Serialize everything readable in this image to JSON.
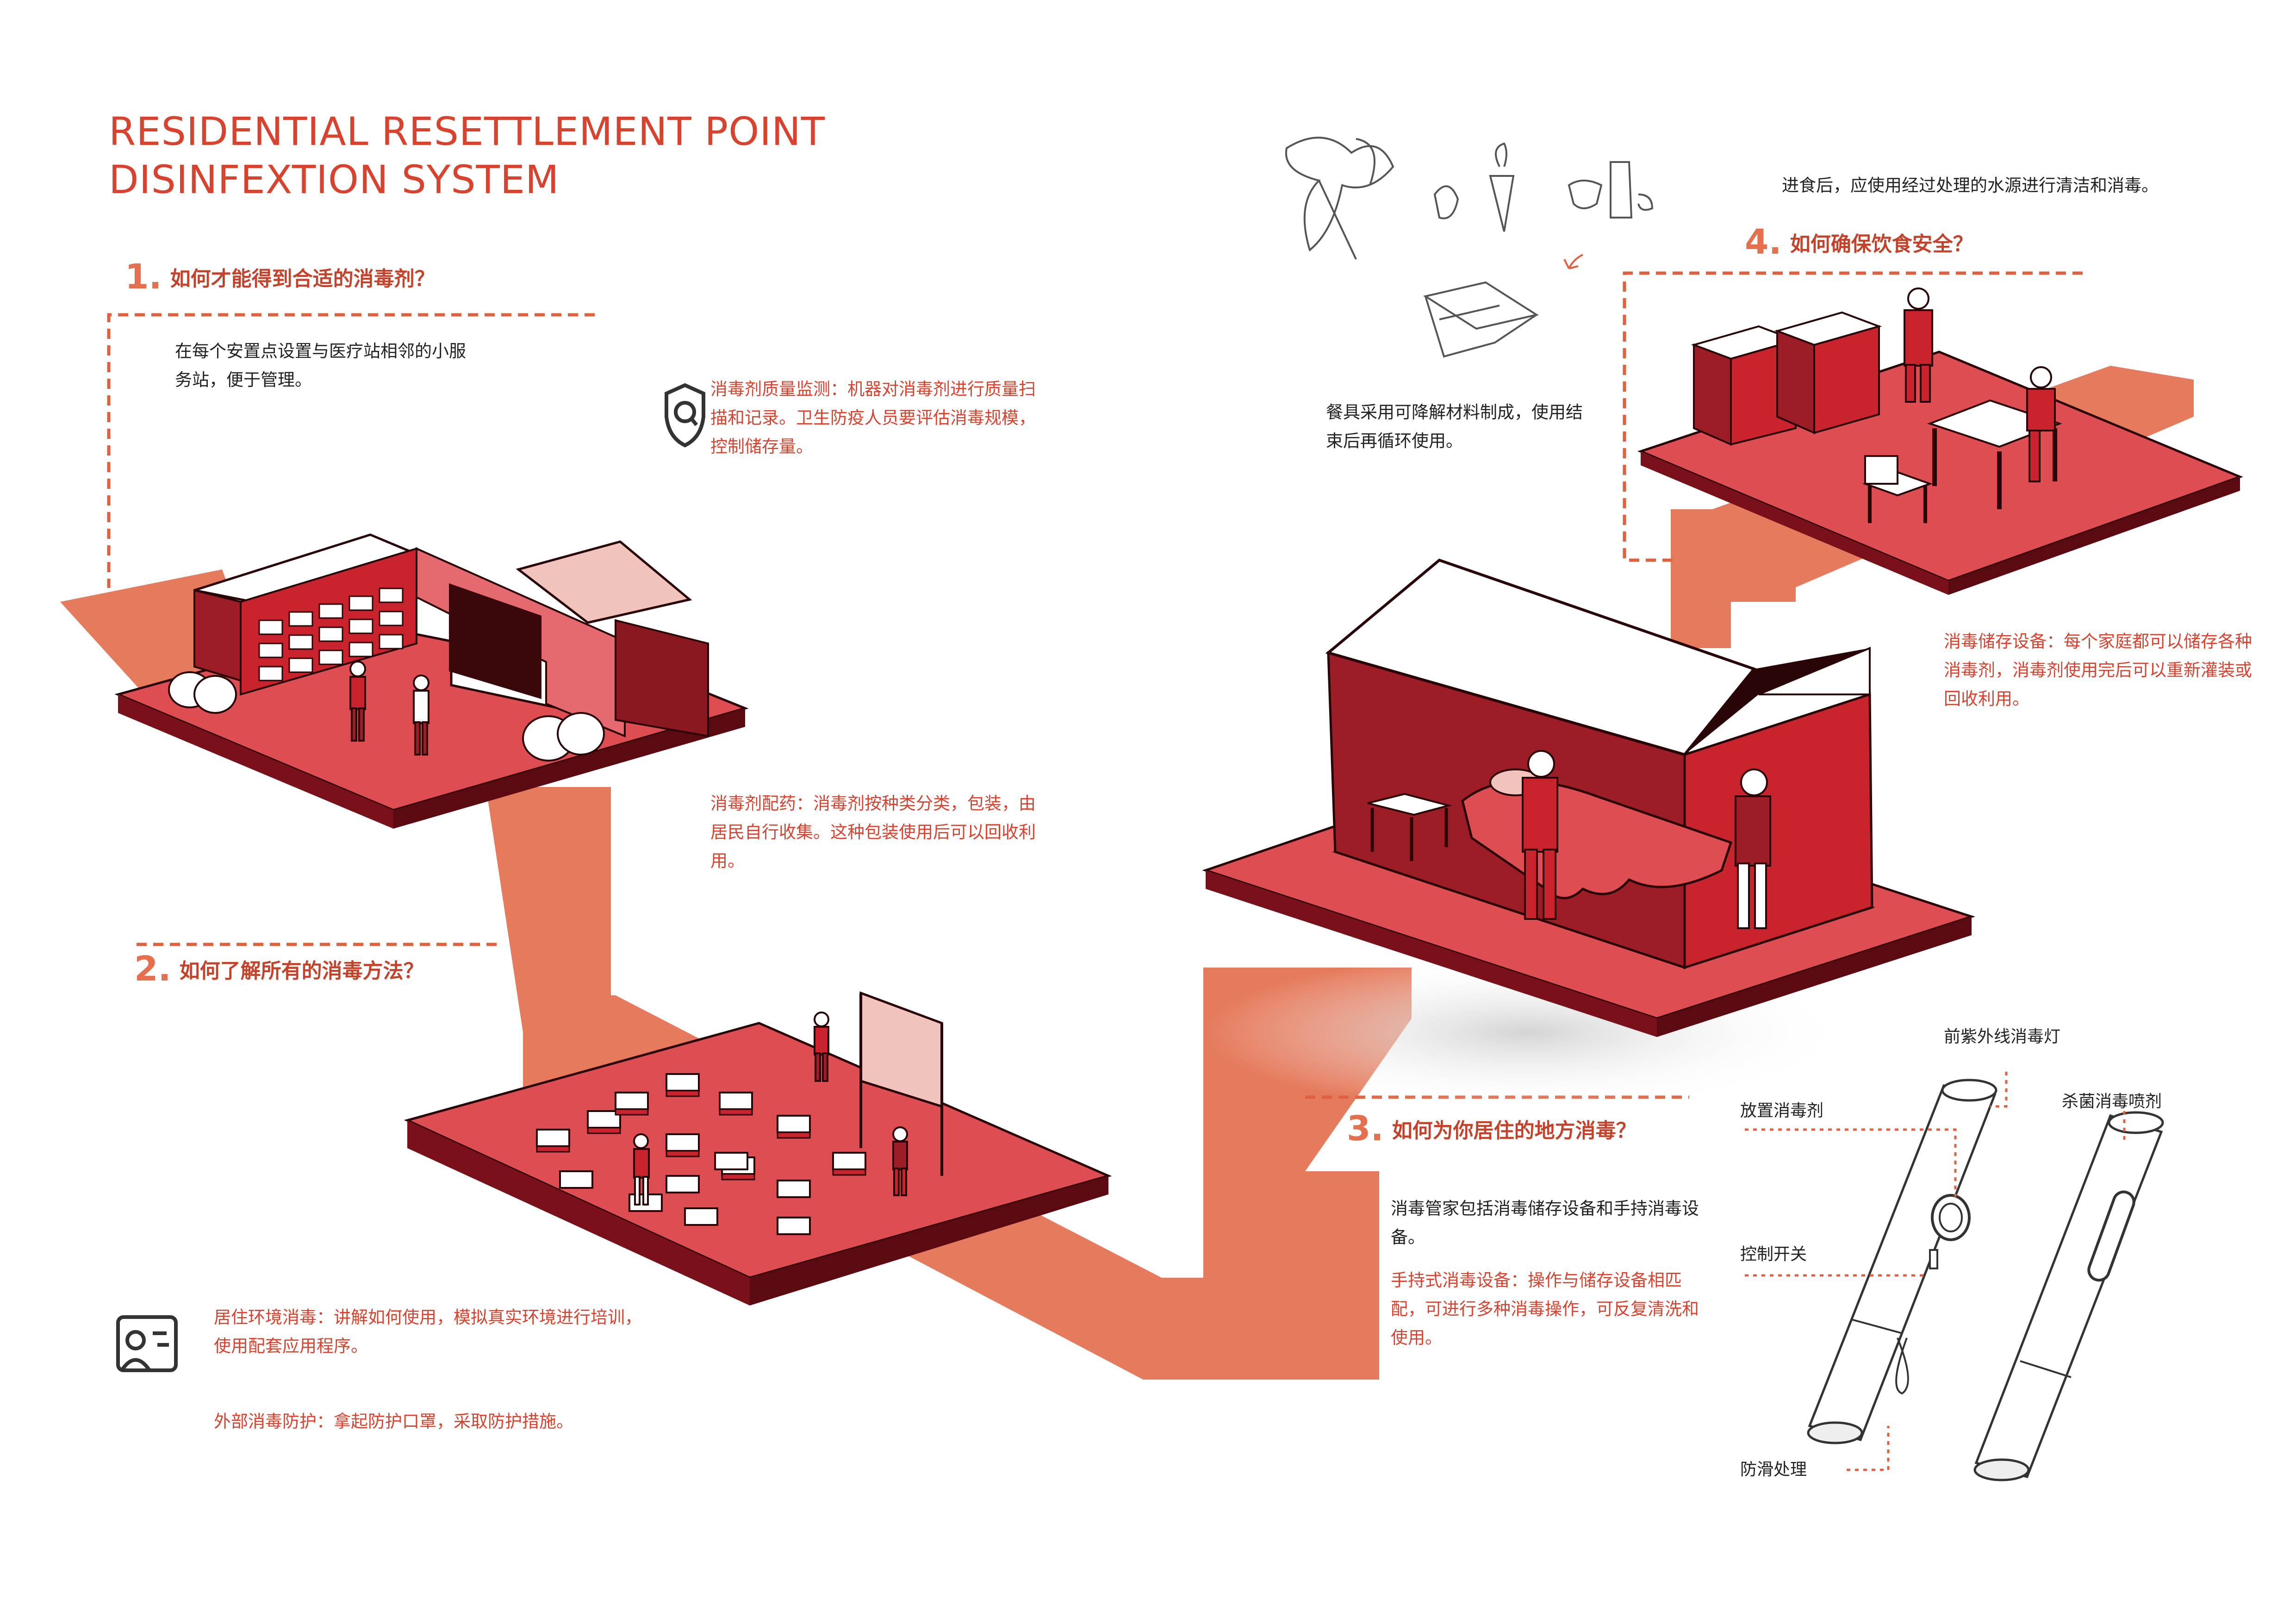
{
  "title": {
    "line1": "RESIDENTIAL RESETTLEMENT POINT",
    "line2": "DISINFEXTION SYSTEM"
  },
  "steps": [
    {
      "number": "1.",
      "question": "如何才能得到合适的消毒剂？",
      "text": "在每个安置点设置与医疗站相邻的小服务站，便于管理。",
      "notes": [
        "消毒剂质量监测：机器对消毒剂进行质量扫描和记录。卫生防疫人员要评估消毒规模，控制储存量。",
        "消毒剂配药：消毒剂按种类分类，包装，由居民自行收集。这种包装使用后可以回收利用。"
      ]
    },
    {
      "number": "2.",
      "question": "如何了解所有的消毒方法？",
      "notes": [
        "居住环境消毒：讲解如何使用，模拟真实环境进行培训，使用配套应用程序。",
        "外部消毒防护：拿起防护口罩，采取防护措施。"
      ]
    },
    {
      "number": "3.",
      "question": "如何为你居住的地方消毒？",
      "text": "消毒管家包括消毒储存设备和手持消毒设备。",
      "notes": [
        "手持式消毒设备：操作与储存设备相匹配，可进行多种消毒操作，可反复清洗和使用。"
      ]
    },
    {
      "number": "4.",
      "question": "如何确保饮食安全？",
      "text_top": "进食后，应使用经过处理的水源进行清洁和消毒。",
      "text_tableware": "餐具采用可降解材料制成，使用结束后再循环使用。",
      "notes": [
        "消毒储存设备：每个家庭都可以储存各种消毒剂，消毒剂使用完后可以重新灌装或回收利用。"
      ]
    }
  ],
  "device_labels": {
    "uv_lamp": "前紫外线消毒灯",
    "place_disinfectant": "放置消毒剂",
    "spray": "杀菌消毒喷剂",
    "control_switch": "控制开关",
    "anti_slip": "防滑处理"
  },
  "icons": [
    "shield-q-icon",
    "training-board-icon"
  ],
  "colors": {
    "platform": "#de4d52",
    "platform_side": "#7a1019",
    "path": "#e57a5c",
    "accent": "#d8432f",
    "dark_red": "#9c1d25",
    "pink": "#f2c3bd",
    "dashed": "#e0613f"
  }
}
